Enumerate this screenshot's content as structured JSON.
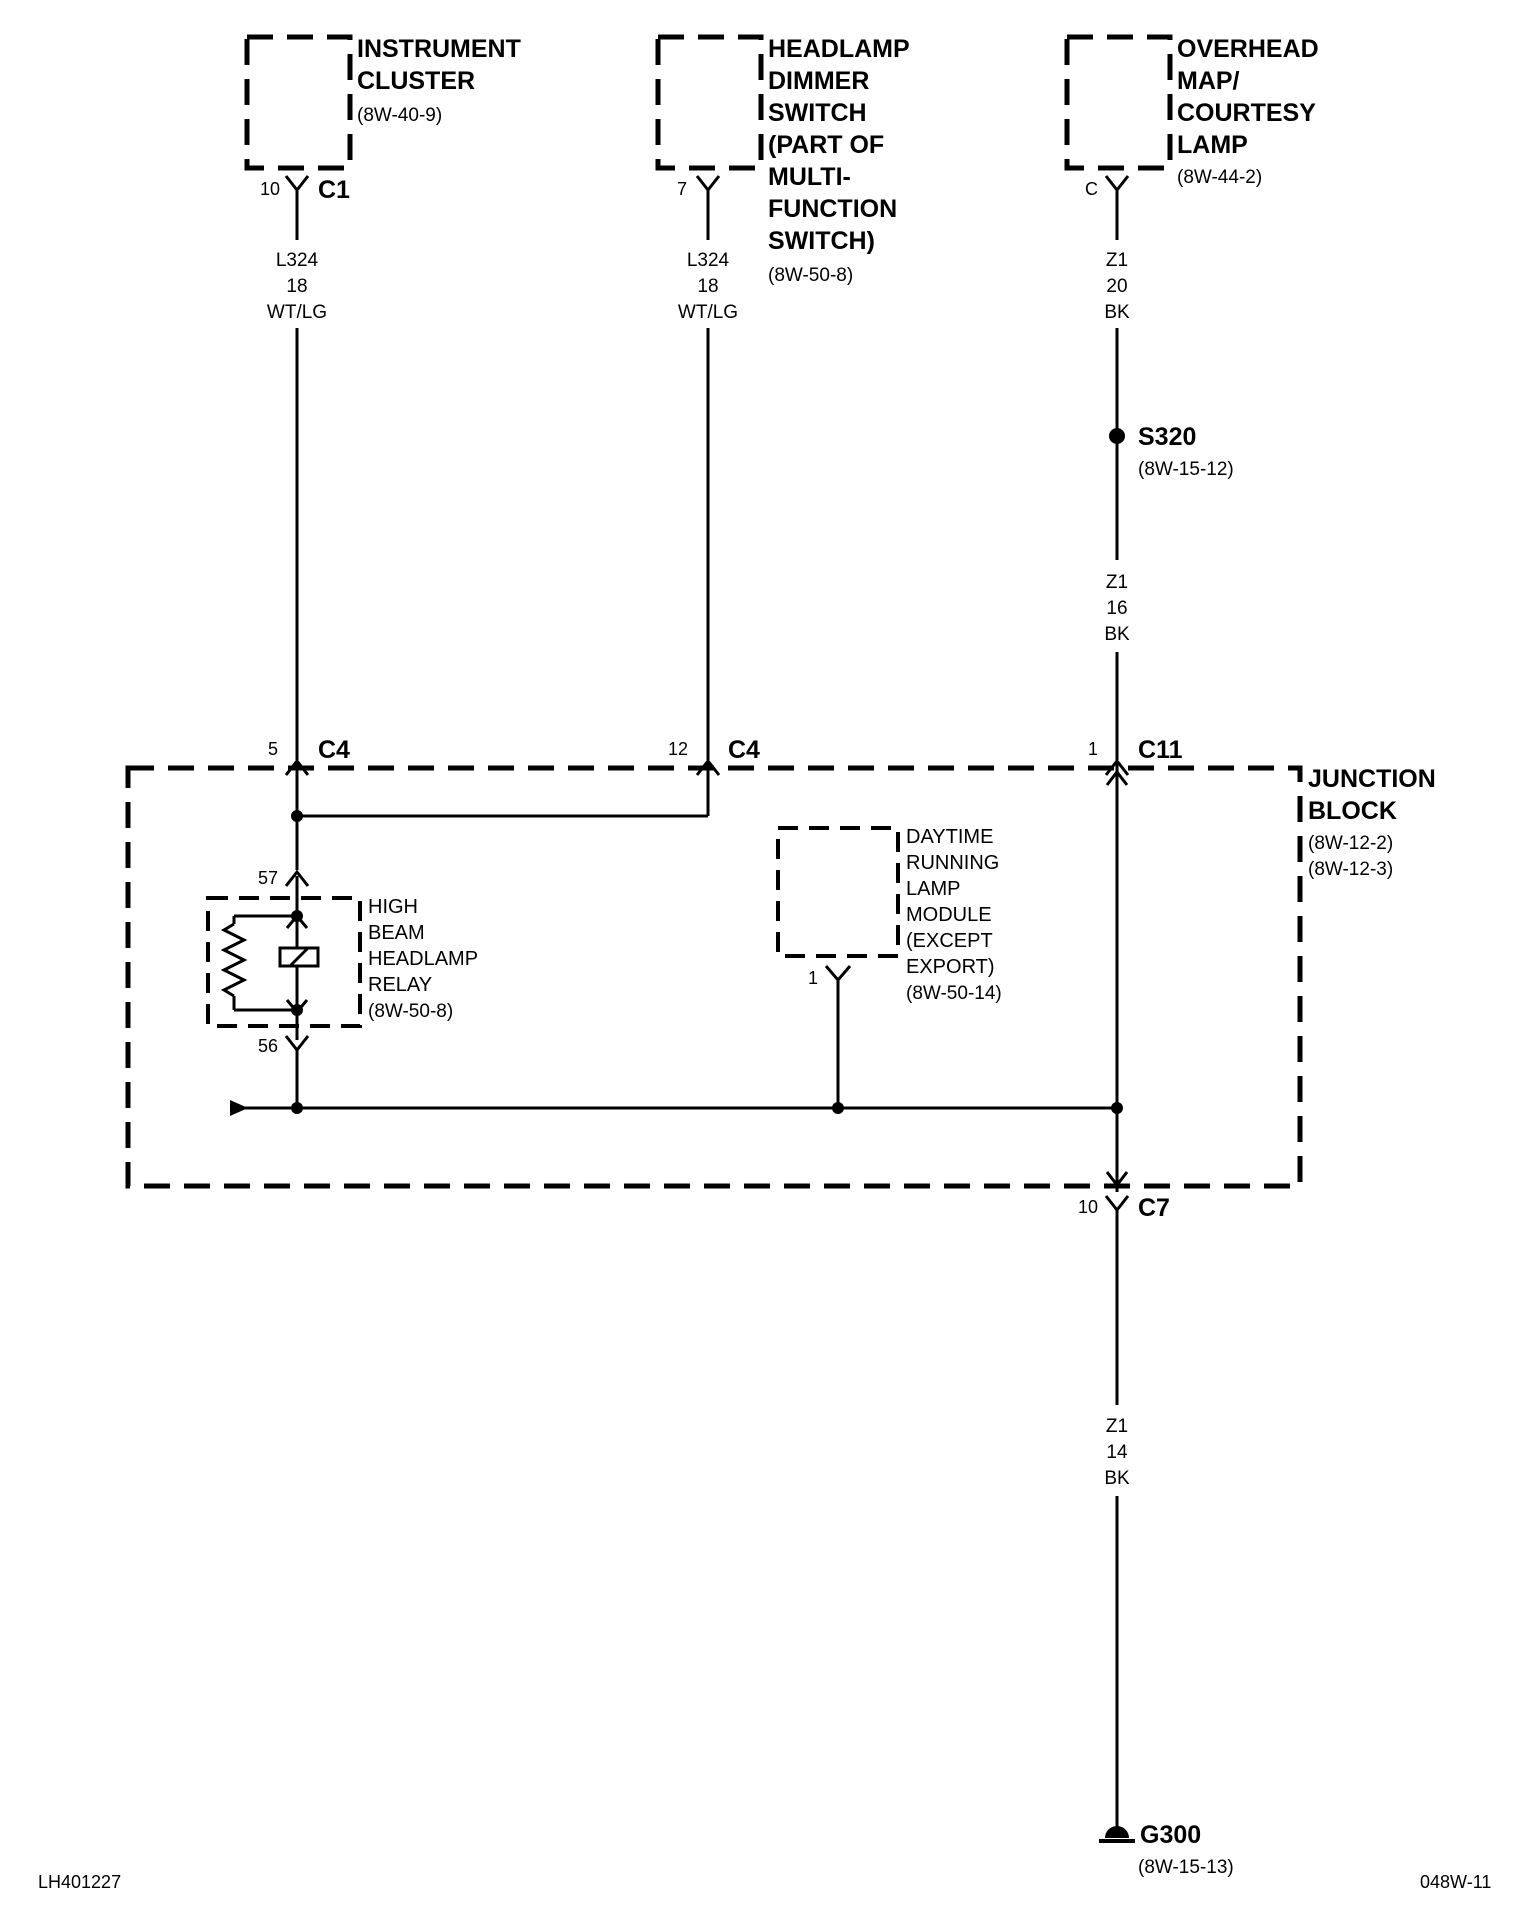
{
  "components": {
    "instrument_cluster": {
      "name_line1": "INSTRUMENT",
      "name_line2": "CLUSTER",
      "ref": "(8W-40-9)",
      "pin": "10",
      "connector": "C1"
    },
    "headlamp_dimmer_switch": {
      "name_line1": "HEADLAMP",
      "name_line2": "DIMMER",
      "name_line3": "SWITCH",
      "name_line4": "(PART OF",
      "name_line5": "MULTI-",
      "name_line6": "FUNCTION",
      "name_line7": "SWITCH)",
      "ref": "(8W-50-8)",
      "pin": "7"
    },
    "overhead_map_lamp": {
      "name_line1": "OVERHEAD",
      "name_line2": "MAP/",
      "name_line3": "COURTESY",
      "name_line4": "LAMP",
      "ref": "(8W-44-2)",
      "pin": "C"
    },
    "junction_block": {
      "name_line1": "JUNCTION",
      "name_line2": "BLOCK",
      "ref1": "(8W-12-2)",
      "ref2": "(8W-12-3)"
    },
    "high_beam_relay": {
      "name_line1": "HIGH",
      "name_line2": "BEAM",
      "name_line3": "HEADLAMP",
      "name_line4": "RELAY",
      "ref": "(8W-50-8)",
      "pin_top": "57",
      "pin_bottom": "56"
    },
    "drl_module": {
      "name_line1": "DAYTIME",
      "name_line2": "RUNNING",
      "name_line3": "LAMP",
      "name_line4": "MODULE",
      "name_line5": "(EXCEPT",
      "name_line6": "EXPORT)",
      "ref": "(8W-50-14)",
      "pin": "1"
    }
  },
  "connectors": {
    "c4_left": {
      "pin": "5",
      "name": "C4"
    },
    "c4_right": {
      "pin": "12",
      "name": "C4"
    },
    "c11": {
      "pin": "1",
      "name": "C11"
    },
    "c7": {
      "pin": "10",
      "name": "C7"
    }
  },
  "wires": {
    "cluster_wire": {
      "circuit": "L324",
      "gauge": "18",
      "color": "WT/LG"
    },
    "dimmer_wire": {
      "circuit": "L324",
      "gauge": "18",
      "color": "WT/LG"
    },
    "lamp_wire": {
      "circuit": "Z1",
      "gauge": "20",
      "color": "BK"
    },
    "splice_wire": {
      "circuit": "Z1",
      "gauge": "16",
      "color": "BK"
    },
    "ground_wire": {
      "circuit": "Z1",
      "gauge": "14",
      "color": "BK"
    }
  },
  "splice": {
    "name": "S320",
    "ref": "(8W-15-12)"
  },
  "ground": {
    "name": "G300",
    "ref": "(8W-15-13)"
  },
  "footer": {
    "left_code": "LH401227",
    "right_code": "048W-11"
  }
}
